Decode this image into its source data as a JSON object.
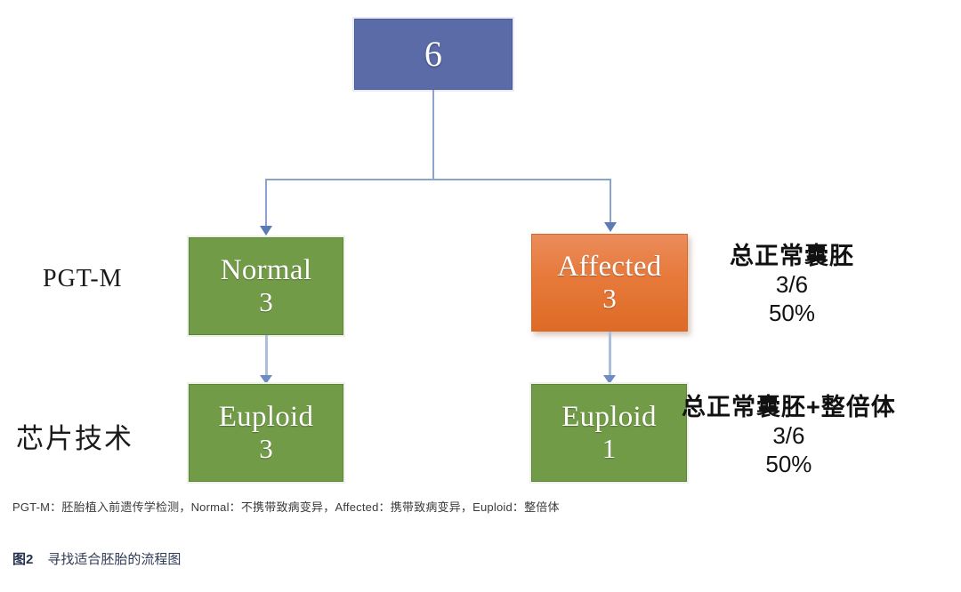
{
  "diagram": {
    "root": {
      "title": "6",
      "count": ""
    },
    "row_labels": [
      {
        "name": "pgt-m",
        "text": "PGT-M"
      },
      {
        "name": "chip-technology",
        "text": "芯片技术"
      }
    ],
    "nodes": [
      {
        "id": "normal",
        "title": "Normal",
        "count": "3",
        "color": "#729b48"
      },
      {
        "id": "affected",
        "title": "Affected",
        "count": "3",
        "color": "#e77a3c"
      },
      {
        "id": "euploid_left",
        "title": "Euploid",
        "count": "3",
        "color": "#729b48"
      },
      {
        "id": "euploid_right",
        "title": "Euploid",
        "count": "1",
        "color": "#729b48"
      }
    ],
    "annotations": [
      {
        "id": "top",
        "heading": "总正常囊胚",
        "fraction": "3/6",
        "percent": "50%"
      },
      {
        "id": "bottom",
        "heading": "总正常囊胚+整倍体",
        "fraction": "3/6",
        "percent": "50%"
      }
    ],
    "connector_color": "#8ba4cd"
  },
  "footnote": "PGT-M：胚胎植入前遗传学检测，Normal：不携带致病变异，Affected：携带致病变异，Euploid：整倍体",
  "caption": {
    "number": "图2",
    "text": "寻找适合胚胎的流程图"
  }
}
